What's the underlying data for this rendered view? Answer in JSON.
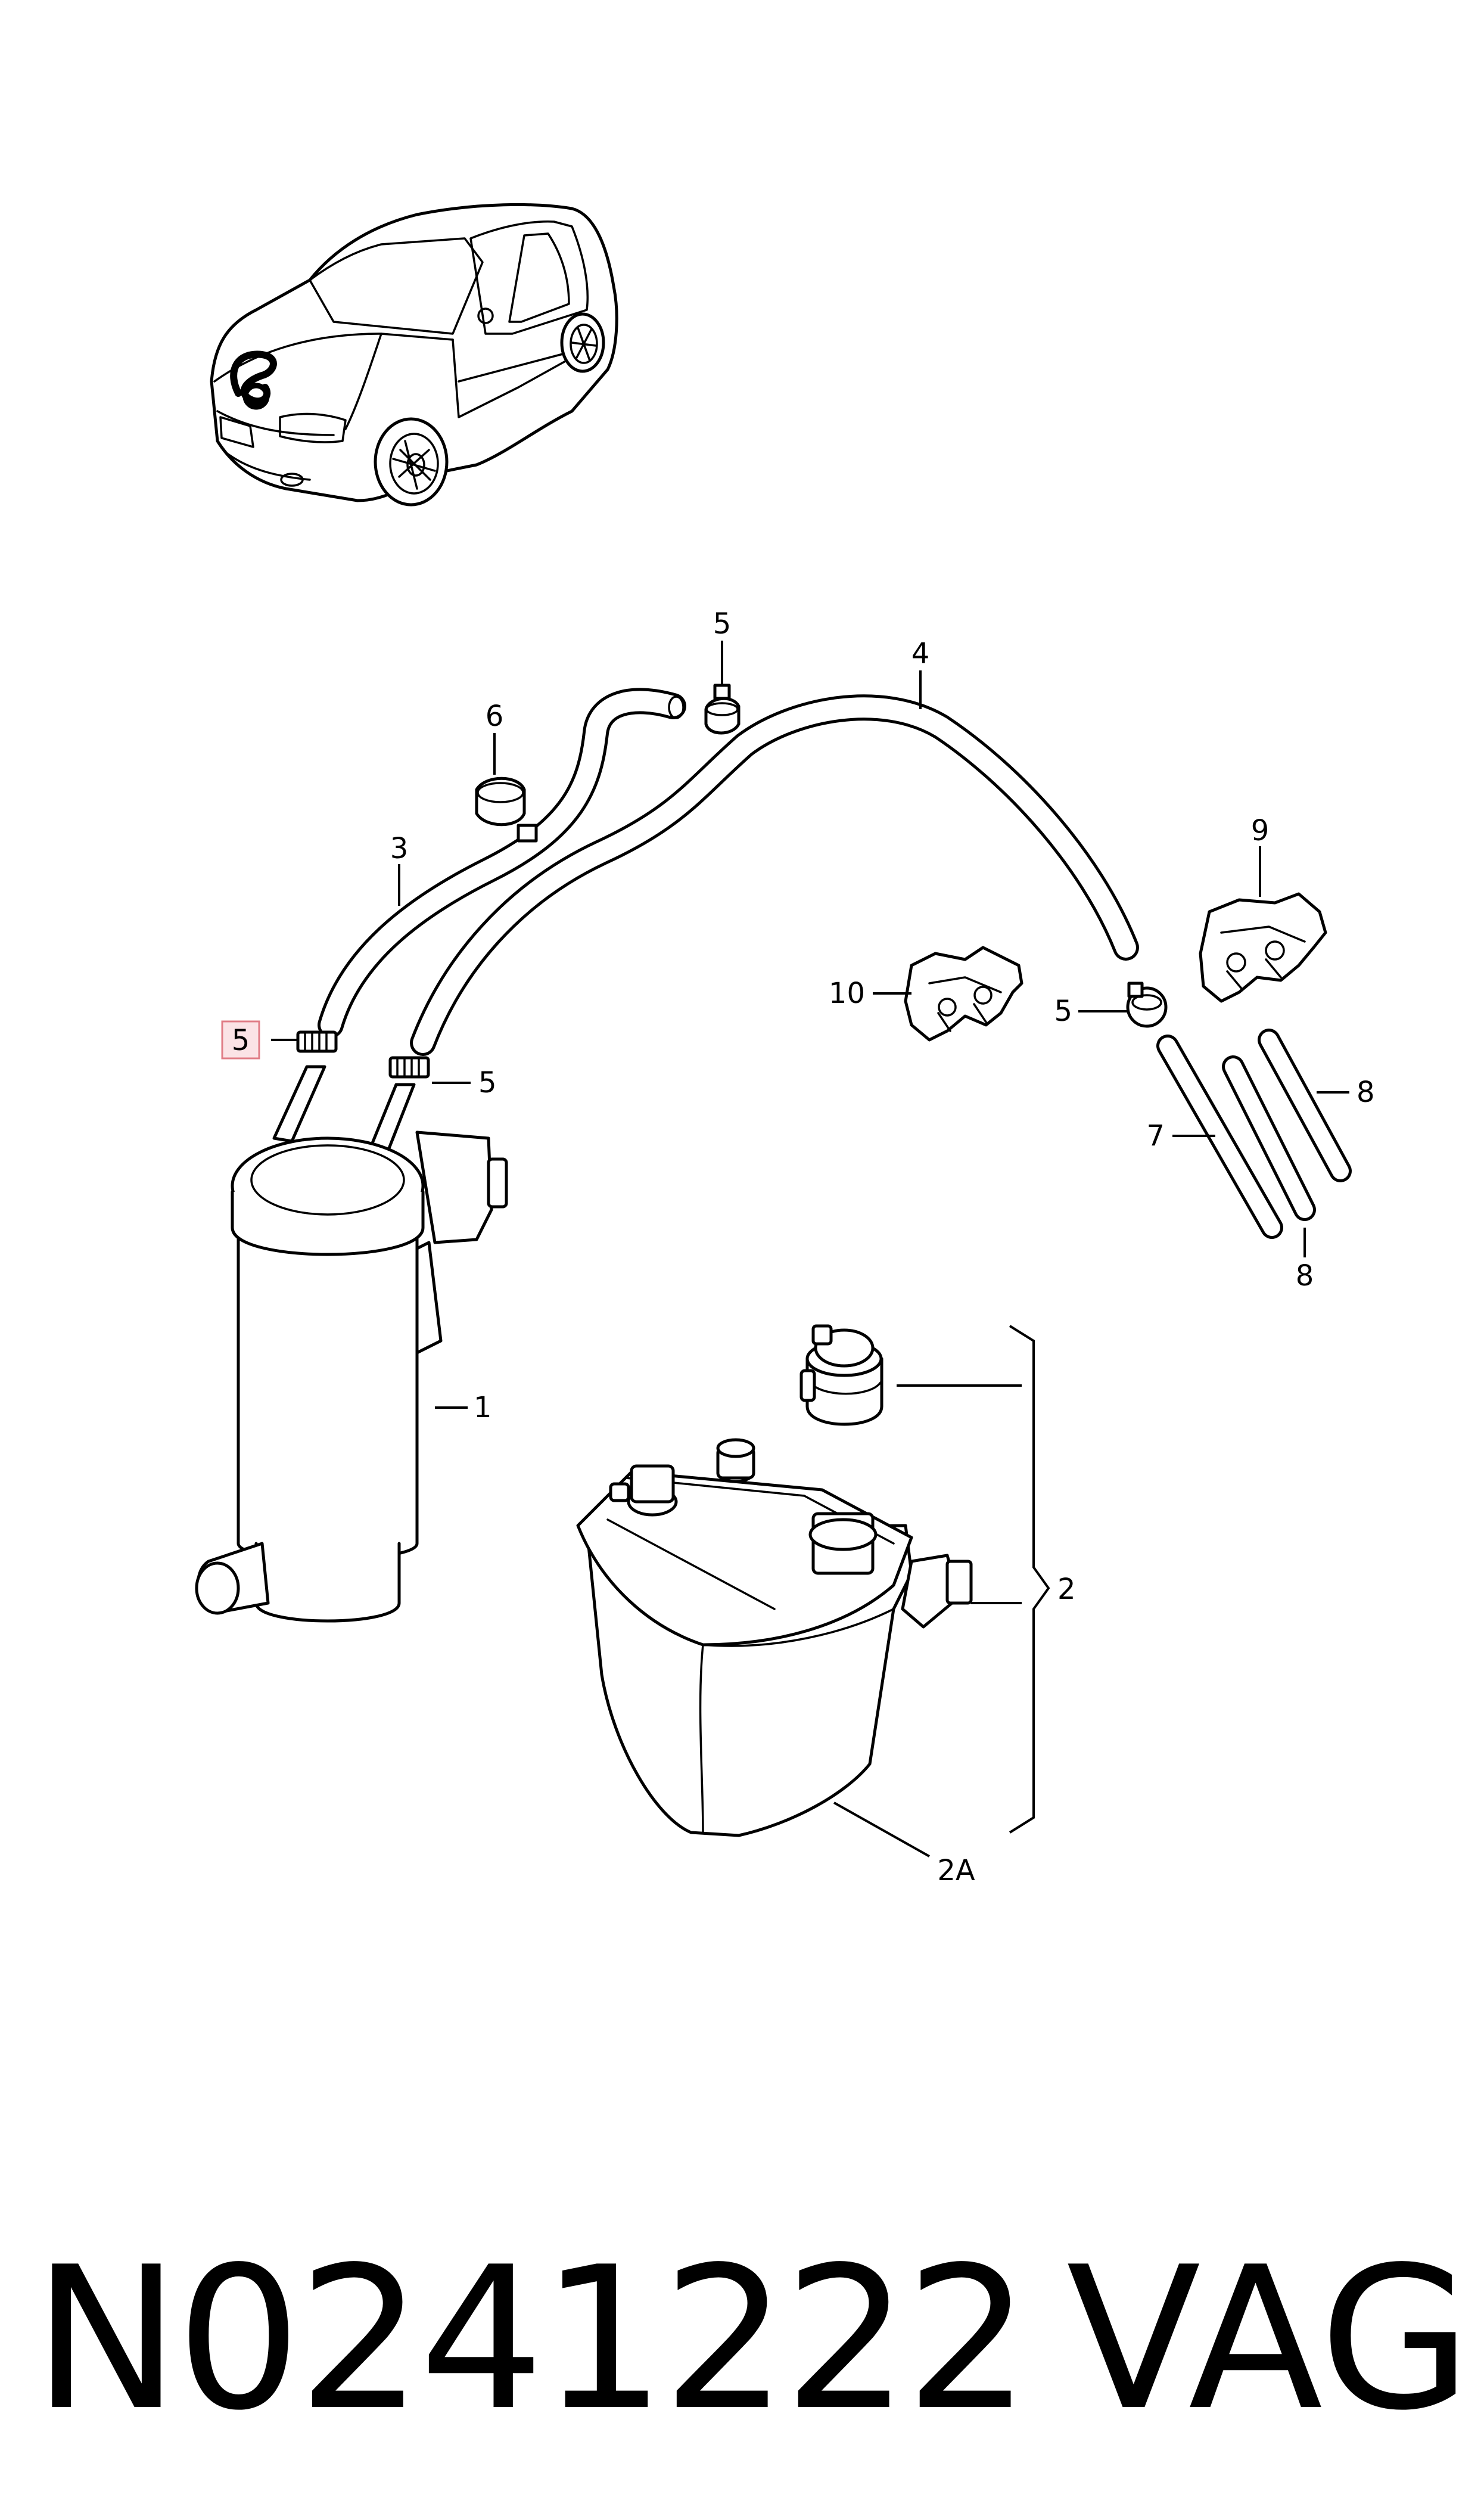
{
  "callouts": {
    "c1": "1",
    "c2": "2",
    "c2a": "2A",
    "c3": "3",
    "c4": "4",
    "c5_top": "5",
    "c5_highlight": "5",
    "c5_right": "5",
    "c5_mid": "5",
    "c6": "6",
    "c7": "7",
    "c8_right": "8",
    "c8_bottom": "8",
    "c9": "9",
    "c10": "10"
  },
  "footer": {
    "part_number": "N0241222",
    "brand": "VAG"
  },
  "colors": {
    "highlight_fill": "#fbe3e6",
    "highlight_border": "#e07c86",
    "line": "#000000",
    "background": "#ffffff"
  }
}
